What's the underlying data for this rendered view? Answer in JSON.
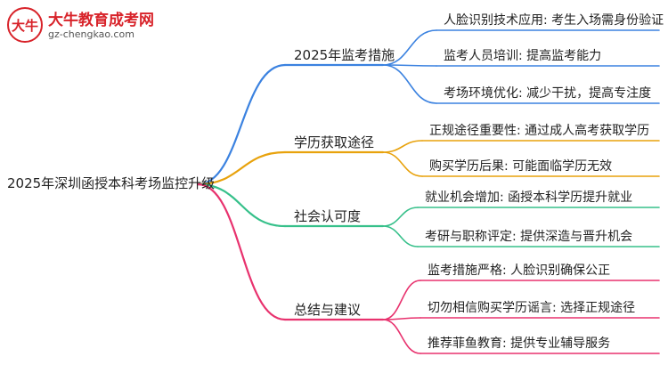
{
  "logo": {
    "badge_text": "大牛",
    "title": "大牛教育成考网",
    "url": "gz-chengkao.com"
  },
  "root": {
    "label": "2025年深圳函授本科考场监控升级"
  },
  "branches": [
    {
      "label": "2025年监考措施",
      "color": "#3b82e0",
      "leaves": [
        "人脸识别技术应用: 考生入场需身份验证",
        "监考人员培训: 提高监考能力",
        "考场环境优化: 减少干扰，提高专注度"
      ]
    },
    {
      "label": "学历获取途径",
      "color": "#e8a20c",
      "leaves": [
        "正规途径重要性: 通过成人高考获取学历",
        "购买学历后果: 可能面临学历无效"
      ]
    },
    {
      "label": "社会认可度",
      "color": "#36c08a",
      "leaves": [
        "就业机会增加: 函授本科学历提升就业",
        "考研与职称评定: 提供深造与晋升机会"
      ]
    },
    {
      "label": "总结与建议",
      "color": "#e8326e",
      "leaves": [
        "监考措施严格: 人脸识别确保公正",
        "切勿相信购买学历谣言: 选择正规途径",
        "推荐菲鱼教育: 提供专业辅导服务"
      ]
    }
  ]
}
